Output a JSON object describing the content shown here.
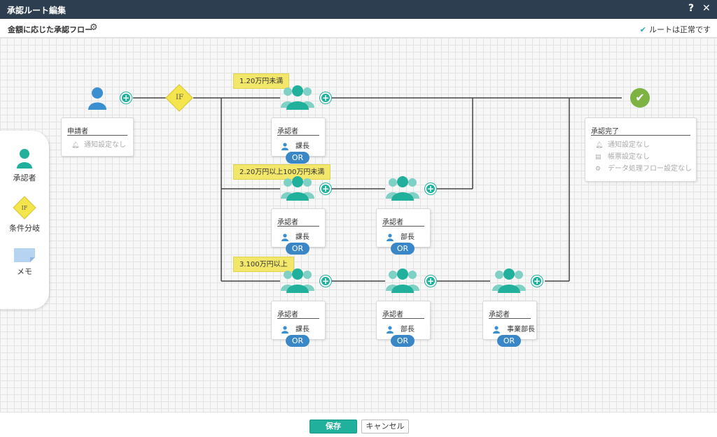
{
  "window": {
    "title": "承認ルート編集",
    "help": "?",
    "close": "✕"
  },
  "header": {
    "flow_name": "金額に応じた承認フロー",
    "status": "ルートは正常です"
  },
  "palette": [
    {
      "label": "承認者",
      "icon": "approver-icon"
    },
    {
      "label": "条件分岐",
      "icon": "if-diamond-icon",
      "icon_text": "IF"
    },
    {
      "label": "メモ",
      "icon": "memo-icon"
    }
  ],
  "applicant": {
    "title": "申請者",
    "notify": "通知設定なし"
  },
  "if_node": {
    "label": "IF"
  },
  "conditions": [
    "1.20万円未満",
    "2.20万円以上100万円未満",
    "3.100万円以上"
  ],
  "routes": [
    [
      {
        "title": "承認者",
        "person": "課長",
        "or": "OR"
      }
    ],
    [
      {
        "title": "承認者",
        "person": "課長",
        "or": "OR"
      },
      {
        "title": "承認者",
        "person": "部長",
        "or": "OR"
      }
    ],
    [
      {
        "title": "承認者",
        "person": "課長",
        "or": "OR"
      },
      {
        "title": "承認者",
        "person": "部長",
        "or": "OR"
      },
      {
        "title": "承認者",
        "person": "事業部長",
        "or": "OR"
      }
    ]
  ],
  "complete": {
    "title": "承認完了",
    "rows": [
      "通知設定なし",
      "帳票設定なし",
      "データ処理フロー設定なし"
    ]
  },
  "footer": {
    "save": "保存",
    "cancel": "キャンセル"
  },
  "colors": {
    "titlebar": "#2c3e50",
    "accent": "#20b09b",
    "or_button": "#3a87c8",
    "condition": "#f3e76b",
    "done": "#7cb342"
  }
}
